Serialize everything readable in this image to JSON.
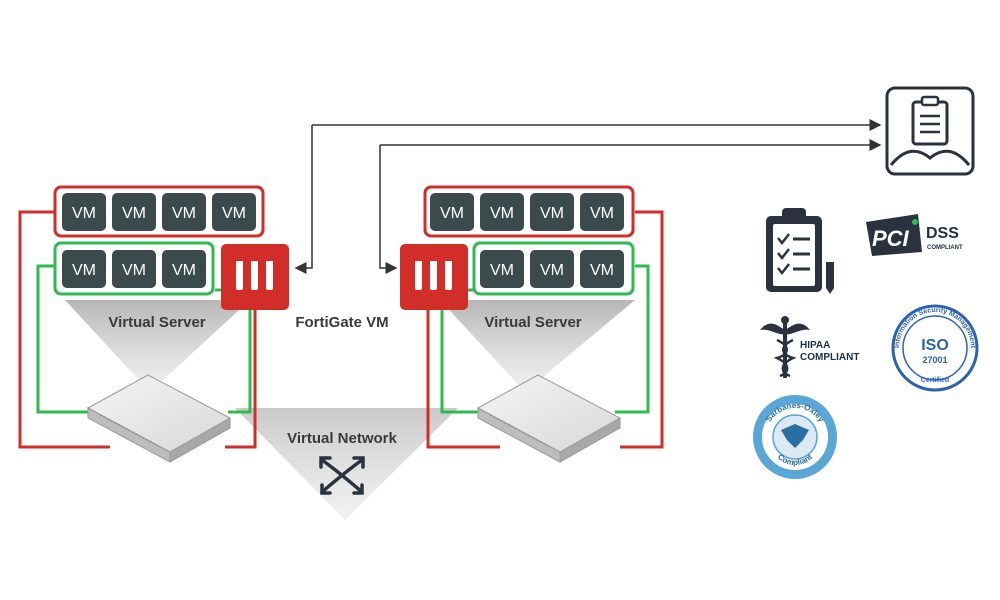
{
  "vm_label": "VM",
  "left_server": {
    "vm_label": "VM",
    "caption": "Virtual Server"
  },
  "right_server": {
    "vm_label": "VM",
    "caption": "Virtual Server"
  },
  "fortigate": {
    "caption": "FortiGate VM"
  },
  "network": {
    "caption": "Virtual Network"
  },
  "compliance": {
    "pci_text": "PCI",
    "dss_text": "DSS",
    "dss_sub": "COMPLIANT",
    "hipaa_line1": "HIPAA",
    "hipaa_line2": "COMPLIANT",
    "iso_ring": "Information Security Management",
    "iso_main": "ISO",
    "iso_num": "27001",
    "iso_cert": "Certified",
    "sox_top": "Sarbanes-Oxley",
    "sox_bottom": "Compliant"
  },
  "colors": {
    "red": "#d12e2a",
    "green": "#2fba52",
    "vm_fill": "#3b4a4c",
    "line": "#333333",
    "icon_dark": "#2a3240"
  }
}
